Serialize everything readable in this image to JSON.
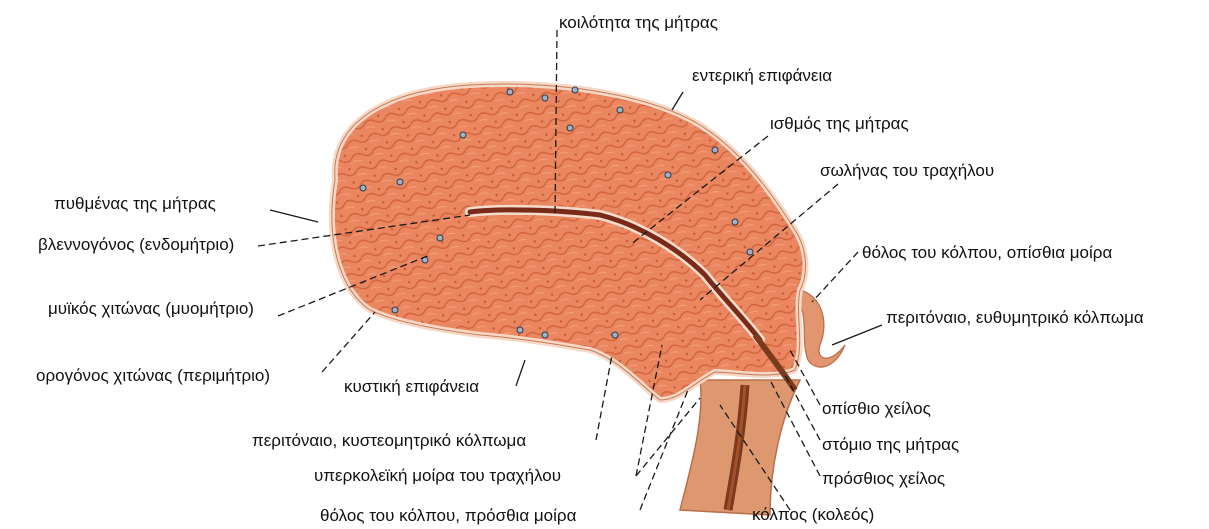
{
  "labels": {
    "uterine_cavity": "κοιλότητα της μήτρας",
    "intestinal_surface": "εντερική επιφάνεια",
    "isthmus": "ισθμός της μήτρας",
    "cervical_canal": "σωλήνας του τραχήλου",
    "posterior_fornix": "θόλος του κόλπου, οπίσθια μοίρα",
    "rectouterine_pouch": "περιτόναιο, ευθυμητρικό κόλπωμα",
    "posterior_lip": "οπίσθιο χείλος",
    "uterine_os": "στόμιο της μήτρας",
    "anterior_lip": "πρόσθιος χείλος",
    "vagina": "κόλπος (κολεός)",
    "fundus": "πυθμένας της μήτρας",
    "endometrium": "βλεννογόνος (ενδομήτριο)",
    "myometrium": "μυϊκός χιτώνας (μυομήτριο)",
    "perimetrium": "ορογόνος χιτώνας (περιμήτριο)",
    "vesical_surface": "κυστική επιφάνεια",
    "vesicouterine_pouch": "περιτόναιο, κυστεομητρικό κόλπωμα",
    "supravaginal_cervix": "υπερκολεϊκή μοίρα του τραχήλου",
    "anterior_fornix": "θόλος του κόλπου, πρόσθια μοίρα"
  },
  "colors": {
    "tissue": "#e9825c",
    "tissue_dark": "#c8562f",
    "serosa": "#f3d2bf",
    "cavity": "#8a2f1c",
    "vagina_wall": "#d9906a",
    "vagina_lumen": "#7a3a1e",
    "leader": "#1a1a1a"
  }
}
